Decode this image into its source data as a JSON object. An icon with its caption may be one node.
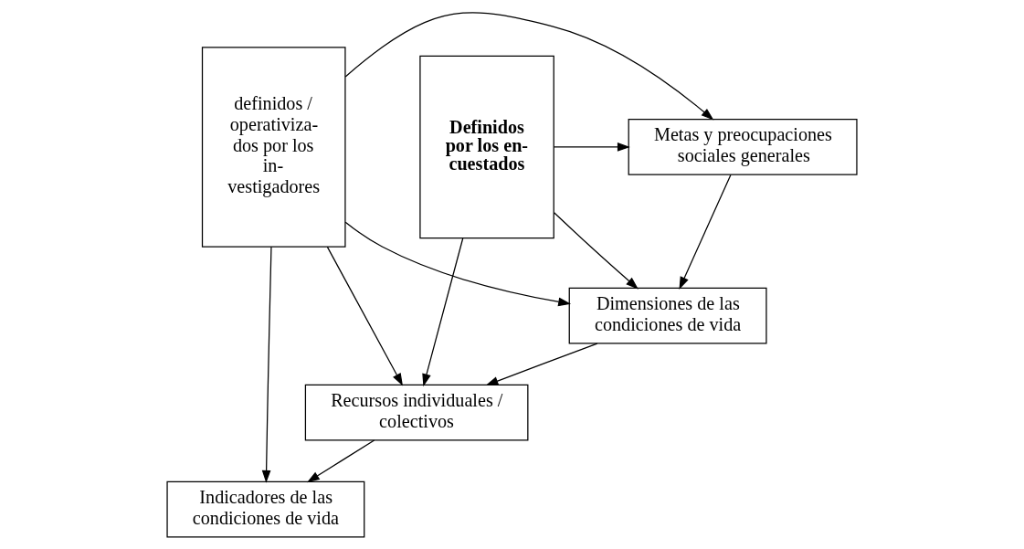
{
  "diagram": {
    "nodes": [
      {
        "text": [
          "Definidos por los en- cuestados"
        ]
      },
      {
        "text": [
          "Metas y preocupaciones sociales generales"
        ]
      },
      {
        "text": [
          "definidos / operativiza- dos por los in- vestigadores"
        ]
      },
      {
        "text": [
          "Dimensiones de las condiciones de vida"
        ]
      },
      {
        "text": [
          "Recursos individuales / colectivos"
        ]
      },
      {
        "text": [
          "Indicadores de las condiciones de vida"
        ]
      }
    ],
    "edges": [
      {
        "from": 0,
        "to": 1,
        "arrow": "to"
      },
      {
        "from": 0,
        "to": 3,
        "arrow": "to"
      },
      {
        "from": 0,
        "to": 4,
        "arrow": "to"
      },
      {
        "from": 2,
        "to": 1,
        "arrow": "to"
      },
      {
        "from": 1,
        "to": 3,
        "arrow": "to"
      },
      {
        "from": 2,
        "to": 3,
        "arrow": "to"
      },
      {
        "from": 3,
        "to": 4,
        "arrow": "to"
      },
      {
        "from": 2,
        "to": 4,
        "arrow": "to"
      },
      {
        "from": 4,
        "to": 5,
        "arrow": "to"
      },
      {
        "from": 2,
        "to": 5,
        "arrow": "to"
      }
    ]
  }
}
